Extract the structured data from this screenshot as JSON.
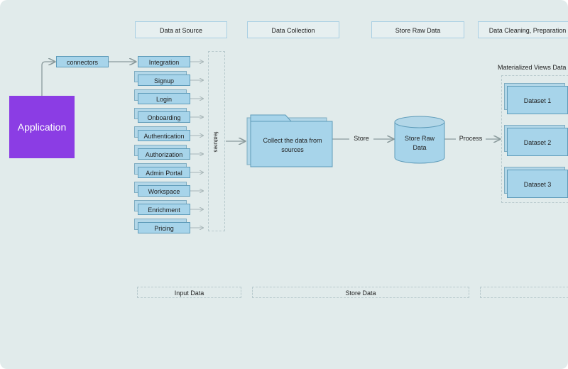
{
  "headers": [
    "Data at Source",
    "Data Collection",
    "Store Raw Data",
    "Data Cleaning, Preparation"
  ],
  "application": "Application",
  "connectors": "connectors",
  "features": [
    "Integration",
    "Signup",
    "Login",
    "Onboarding",
    "Authentication",
    "Authorization",
    "Admin Portal",
    "Workspace",
    "Enrichment",
    "Pricing"
  ],
  "features_label": "features",
  "collect": "Collect the data from sources",
  "store_label": "Store",
  "store_raw": "Store Raw Data",
  "process_label": "Process",
  "materialized_title": "Materialized Views Data",
  "datasets": [
    "Dataset 1",
    "Dataset 2",
    "Dataset 3"
  ],
  "footers": [
    "Input Data",
    "Store Data"
  ],
  "colors": {
    "background": "#e1ebeb",
    "application": "#8b3de4",
    "box_fill": "#a7d4ea",
    "box_border": "#5e9bb9"
  }
}
